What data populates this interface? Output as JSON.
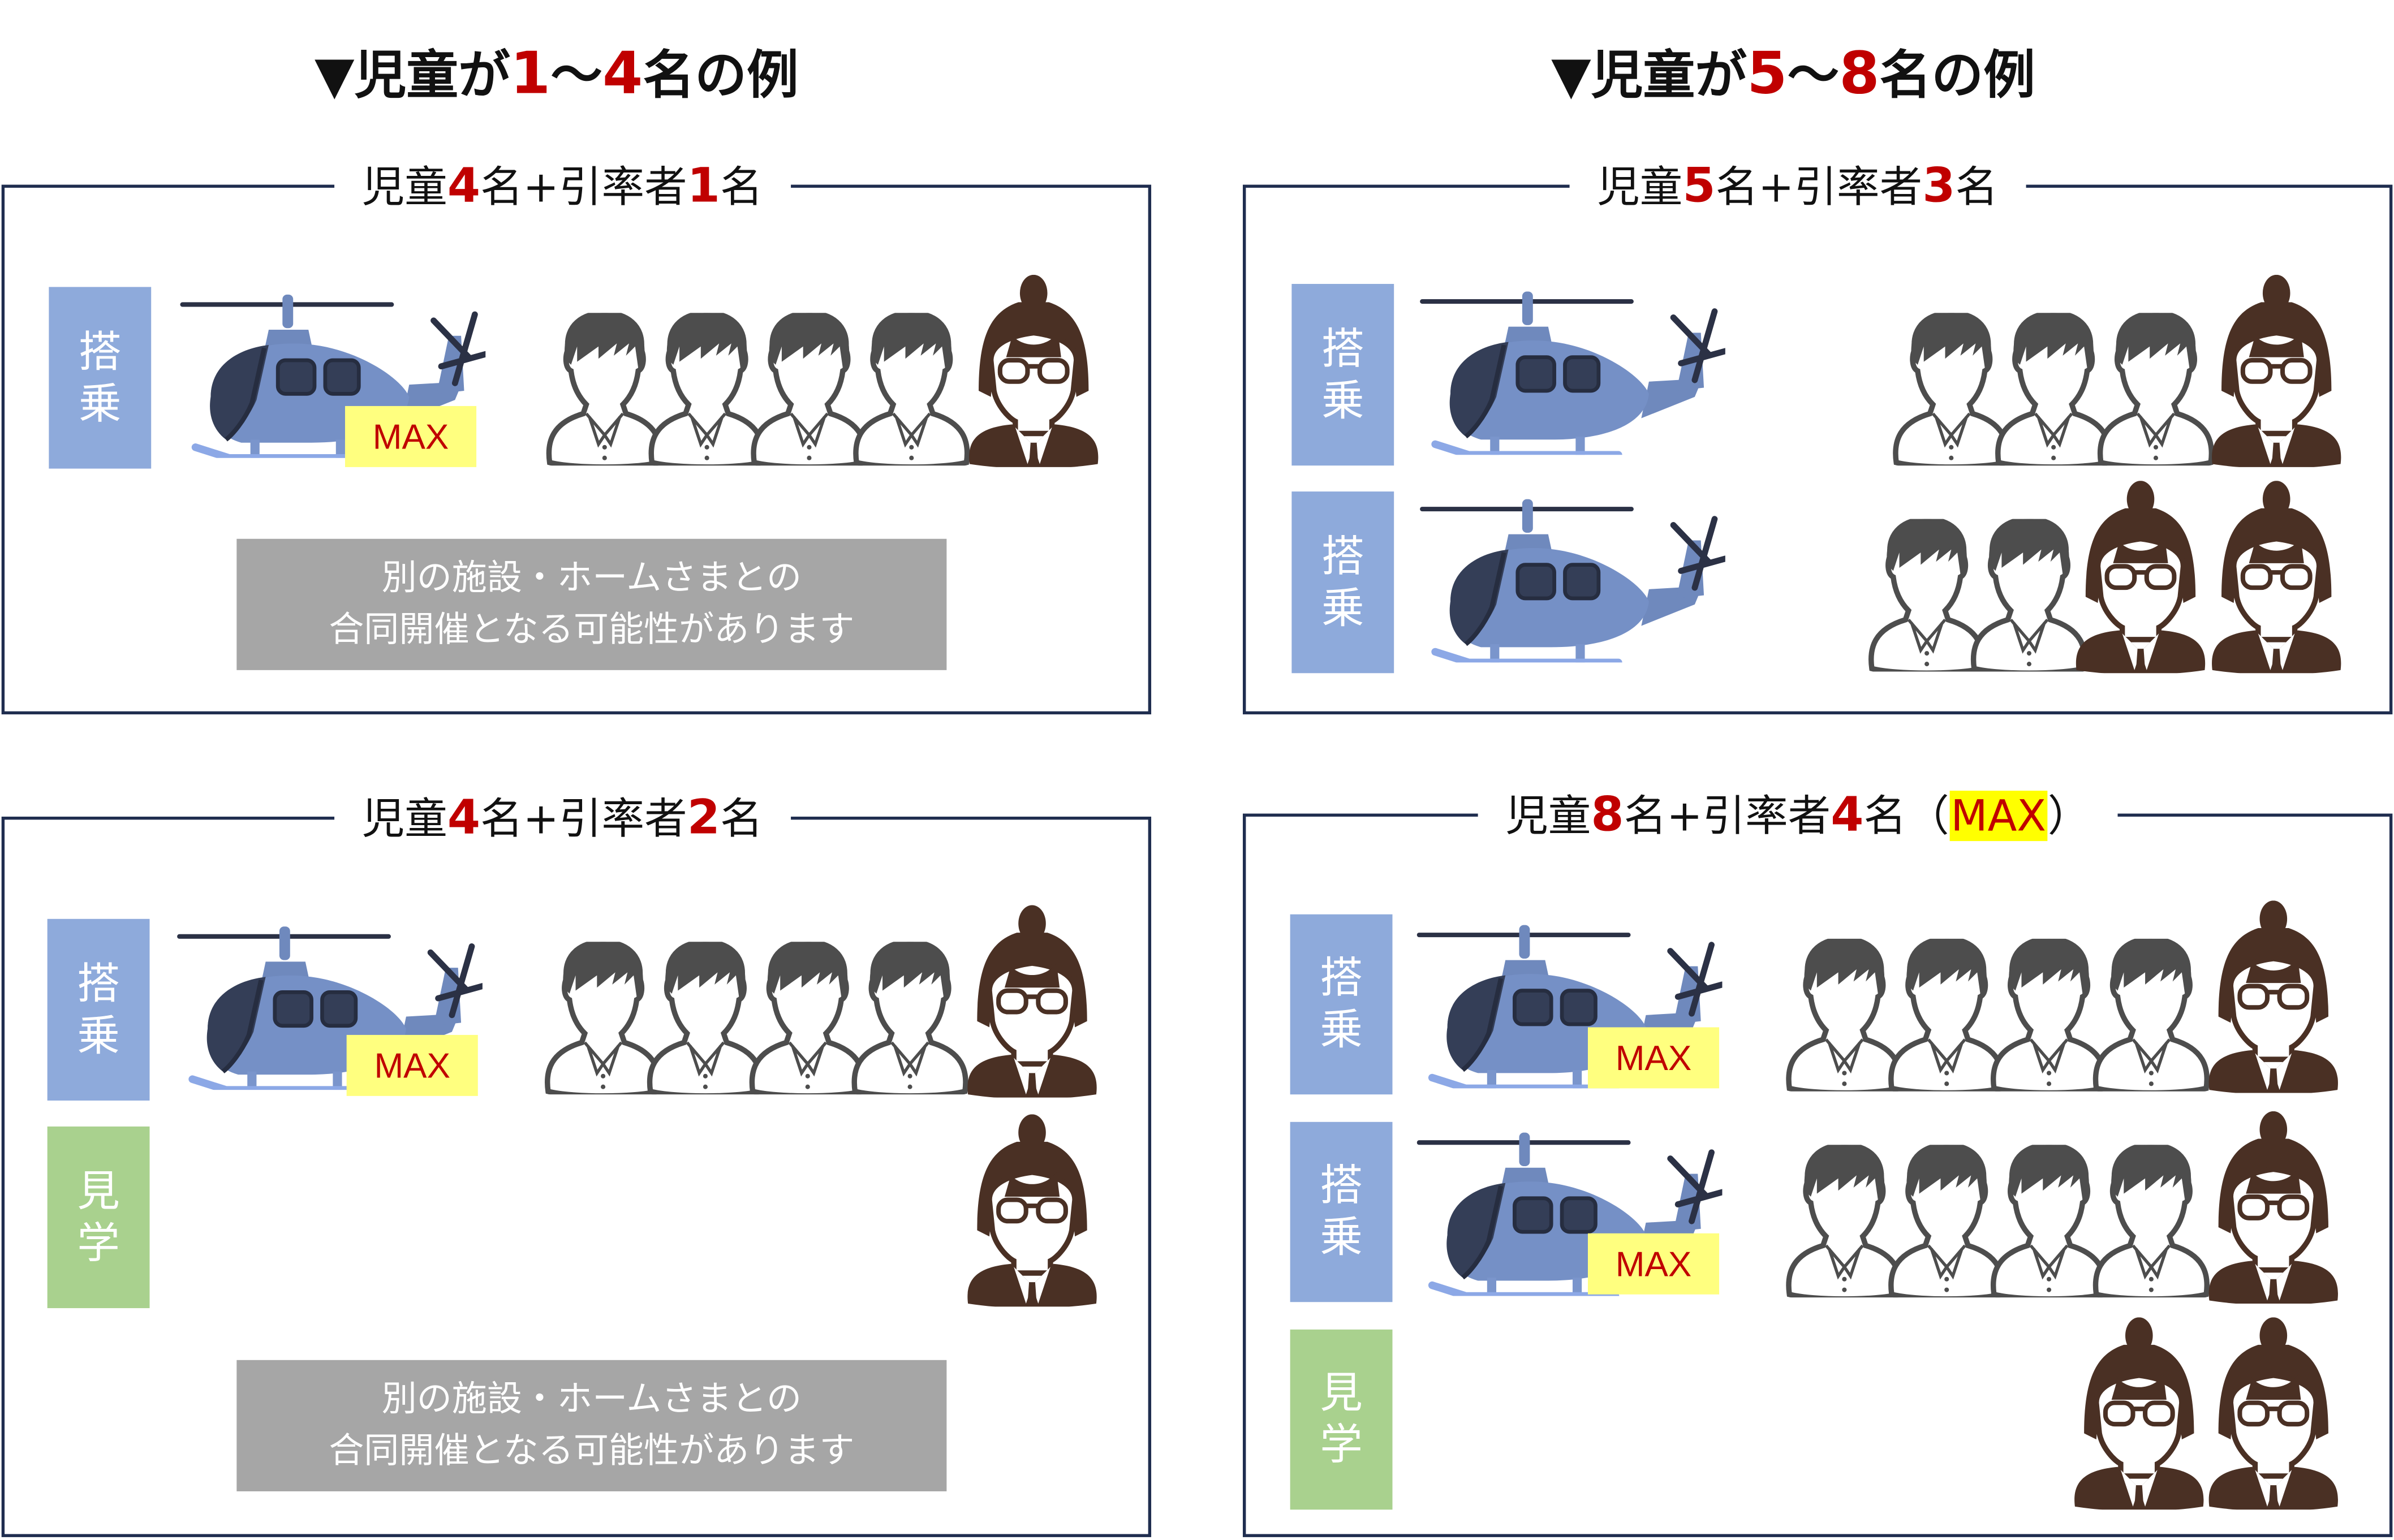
{
  "colors": {
    "accent_red": "#c00000",
    "frame": "#1f2d4f",
    "board_tag": "#8eaadb",
    "watch_tag": "#a9d18e",
    "max_highlight": "#ffff7f",
    "note_bg": "#a6a6a6",
    "child_icon": "#4d4d4d",
    "adult_icon": "#4a3024",
    "helicopter_body": "#7590c6"
  },
  "left_section": {
    "heading": {
      "prefix": "▼児童が",
      "from": "1",
      "sep": "～",
      "to": "4",
      "suffix": "名の例"
    },
    "panels": [
      {
        "title": {
          "a": "児童",
          "children": "4",
          "b": "名+引率者",
          "adults": "1",
          "c": "名"
        },
        "rows": [
          {
            "tag": [
              "搭",
              "乗"
            ],
            "type": "board",
            "helicopter": true,
            "max_label": "MAX",
            "children": 4,
            "adults": 1
          }
        ],
        "note": [
          "別の施設・ホームさまとの",
          "合同開催となる可能性があります"
        ]
      },
      {
        "title": {
          "a": "児童",
          "children": "4",
          "b": "名+引率者",
          "adults": "2",
          "c": "名"
        },
        "rows": [
          {
            "tag": [
              "搭",
              "乗"
            ],
            "type": "board",
            "helicopter": true,
            "max_label": "MAX",
            "children": 4,
            "adults": 1
          },
          {
            "tag": [
              "見",
              "学"
            ],
            "type": "watch",
            "helicopter": false,
            "children": 0,
            "adults": 1
          }
        ],
        "note": [
          "別の施設・ホームさまとの",
          "合同開催となる可能性があります"
        ]
      }
    ]
  },
  "right_section": {
    "heading": {
      "prefix": "▼児童が",
      "from": "5",
      "sep": "～",
      "to": "8",
      "suffix": "名の例"
    },
    "panels": [
      {
        "title": {
          "a": "児童",
          "children": "5",
          "b": "名+引率者",
          "adults": "3",
          "c": "名"
        },
        "rows": [
          {
            "tag": [
              "搭",
              "乗"
            ],
            "type": "board",
            "helicopter": true,
            "children": 3,
            "adults": 1
          },
          {
            "tag": [
              "搭",
              "乗"
            ],
            "type": "board",
            "helicopter": true,
            "children": 2,
            "adults": 2
          }
        ]
      },
      {
        "title": {
          "a": "児童",
          "children": "8",
          "b": "名+引率者",
          "adults": "4",
          "c": "名（",
          "max": "MAX",
          "d": "）"
        },
        "rows": [
          {
            "tag": [
              "搭",
              "乗"
            ],
            "type": "board",
            "helicopter": true,
            "max_label": "MAX",
            "children": 4,
            "adults": 1
          },
          {
            "tag": [
              "搭",
              "乗"
            ],
            "type": "board",
            "helicopter": true,
            "max_label": "MAX",
            "children": 4,
            "adults": 1
          },
          {
            "tag": [
              "見",
              "学"
            ],
            "type": "watch",
            "helicopter": false,
            "children": 0,
            "adults": 2
          }
        ]
      }
    ]
  }
}
